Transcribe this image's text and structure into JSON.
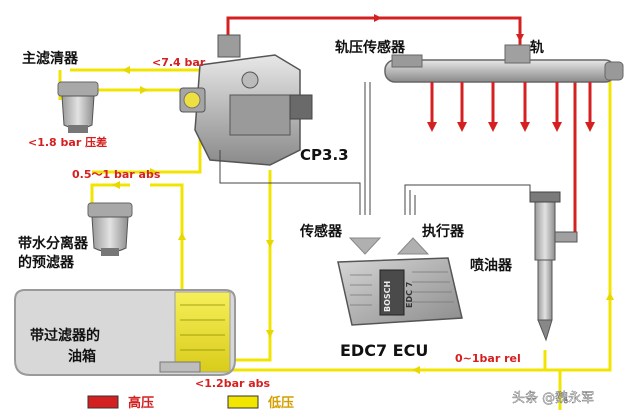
{
  "labels": {
    "main_filter": "主滤清器",
    "p_7_4": "<7.4 bar",
    "p_1_8": "<1.8 bar 压差",
    "pump": "CP3.3",
    "p_05_1": "0.5～1 bar abs",
    "prefilter_line1": "带水分离器",
    "prefilter_line2": "的预滤器",
    "rail_sensor": "轨压传感器",
    "rail": "轨",
    "sensor": "传感器",
    "actuator": "执行器",
    "injector": "喷油器",
    "tank_line1": "带过滤器的",
    "tank_line2": "油箱",
    "ecu_name": "EDC7 ECU",
    "ecu_brand": "BOSCH",
    "ecu_model": "EDC 7",
    "p_rel": "0~1bar rel",
    "p_1_2": "<1.2bar abs"
  },
  "legend": {
    "high_label": "高压",
    "low_label": "低压",
    "high_color": "#d42020",
    "low_color": "#f2e600"
  },
  "watermark": "头条 @魏永军"
}
